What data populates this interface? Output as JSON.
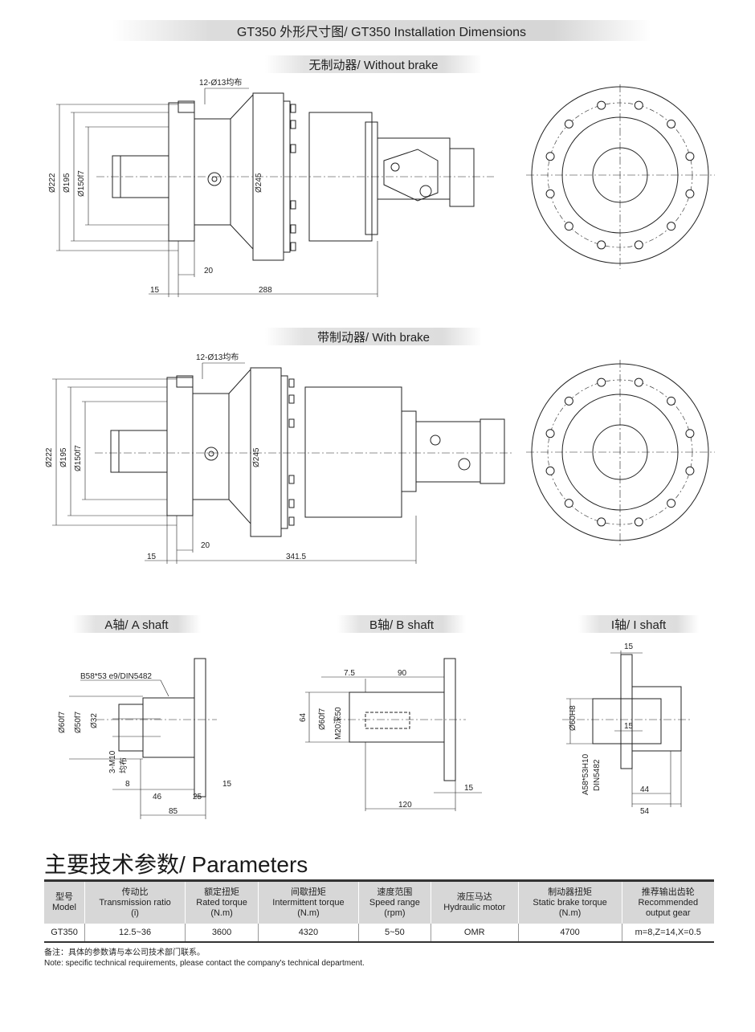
{
  "header": {
    "title": "GT350 外形尺寸图/ GT350 Installation Dimensions"
  },
  "view_without_brake": {
    "label": "无制动器/ Without brake",
    "dims": {
      "holes": "12-Ø13均布",
      "d222": "Ø222",
      "d195": "Ø195",
      "d150": "Ø150f7",
      "d245": "Ø245",
      "w20": "20",
      "w15": "15",
      "w288": "288"
    }
  },
  "view_with_brake": {
    "label": "带制动器/ With brake",
    "dims": {
      "holes": "12-Ø13均布",
      "d222": "Ø222",
      "d195": "Ø195",
      "d150": "Ø150f7",
      "d245": "Ø245",
      "w20": "20",
      "w15": "15",
      "w341": "341.5"
    }
  },
  "shafts": {
    "a": {
      "label": "A轴/ A shaft",
      "spline": "B58*53 e9/DIN5482",
      "d60": "Ø60f7",
      "d50": "Ø50f7",
      "d32": "Ø32",
      "m10": "3-M10",
      "even": "均布",
      "w8": "8",
      "w46": "46",
      "w25": "25",
      "w15": "15",
      "w85": "85"
    },
    "b": {
      "label": "B轴/ B shaft",
      "w75": "7.5",
      "w90": "90",
      "h64": "64",
      "d60": "Ø60f7",
      "m20": "M20深50",
      "w15": "15",
      "w120": "120"
    },
    "i": {
      "label": "I轴/ I shaft",
      "w15top": "15",
      "d60": "Ø60H8",
      "w15mid": "15",
      "spline1": "A58*53H10",
      "spline2": "DIN5482",
      "w44": "44",
      "w54": "54"
    }
  },
  "params": {
    "title": "主要技术参数/ Parameters",
    "columns": [
      {
        "zh": "型号",
        "en": "Model",
        "unit": ""
      },
      {
        "zh": "传动比",
        "en": "Transmission ratio",
        "unit": "(i)"
      },
      {
        "zh": "额定扭矩",
        "en": "Rated torque",
        "unit": "(N.m)"
      },
      {
        "zh": "间歇扭矩",
        "en": "Intermittent torque",
        "unit": "(N.m)"
      },
      {
        "zh": "速度范围",
        "en": "Speed range",
        "unit": "(rpm)"
      },
      {
        "zh": "液压马达",
        "en": "Hydraulic motor",
        "unit": ""
      },
      {
        "zh": "制动器扭矩",
        "en": "Static brake torque",
        "unit": "(N.m)"
      },
      {
        "zh": "推荐输出齿轮",
        "en": "Recommended",
        "unit": "output gear"
      }
    ],
    "rows": [
      [
        "GT350",
        "12.5~36",
        "3600",
        "4320",
        "5~50",
        "OMR",
        "4700",
        "m=8,Z=14,X=0.5"
      ]
    ]
  },
  "notes": {
    "zh": "备注：具体的参数请与本公司技术部门联系。",
    "en": "Note: specific technical requirements, please contact the company's technical department."
  }
}
